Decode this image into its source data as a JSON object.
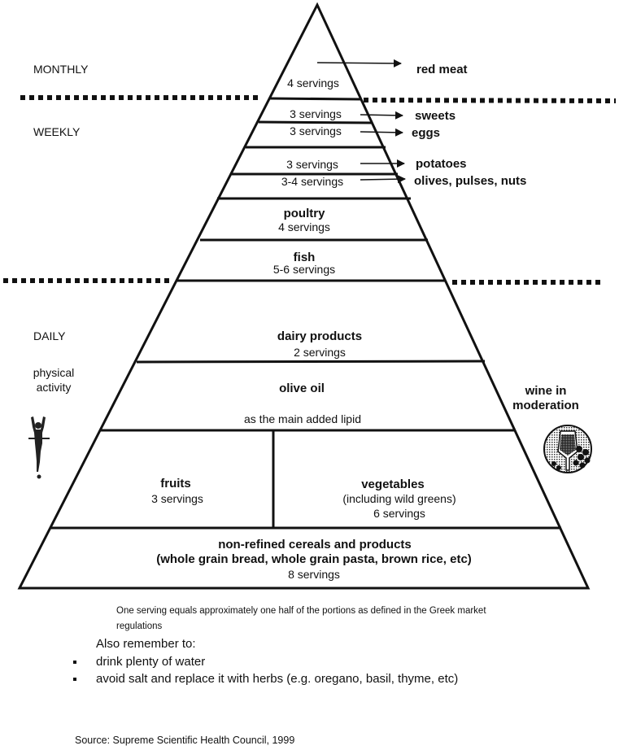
{
  "frequency_labels": {
    "monthly": "MONTHLY",
    "weekly": "WEEKLY",
    "daily": "DAILY"
  },
  "side_labels": {
    "physical_activity": [
      "physical",
      "activity"
    ],
    "wine": [
      "wine in",
      "moderation"
    ]
  },
  "icons": {
    "left": "runner-icon",
    "right": "wine-glass-grapes-icon"
  },
  "monthly": {
    "servings": "4 servings",
    "food": "red meat"
  },
  "weekly_arrows": [
    {
      "servings": "3 servings",
      "food": "sweets"
    },
    {
      "servings": "3 servings",
      "food": "eggs"
    },
    {
      "servings": "3 servings",
      "food": "potatoes"
    },
    {
      "servings": "3-4 servings",
      "food": "olives, pulses, nuts"
    }
  ],
  "weekly_tiers": [
    {
      "food": "poultry",
      "servings": "4 servings"
    },
    {
      "food": "fish",
      "servings": "5-6 servings"
    }
  ],
  "daily_tiers": {
    "dairy": {
      "food": "dairy products",
      "servings": "2 servings"
    },
    "olive_oil": {
      "food": "olive oil",
      "note": "as the main added lipid"
    },
    "fruits": {
      "food": "fruits",
      "servings": "3 servings"
    },
    "vegetables": {
      "food": "vegetables",
      "note": "(including wild greens)",
      "servings": "6 servings"
    },
    "cereals": {
      "food": "non-refined cereals and products",
      "note": "(whole grain bread, whole grain pasta, brown rice, etc)",
      "servings": "8 servings"
    }
  },
  "footnote": "One serving equals approximately one half of the portions as defined in the Greek market regulations",
  "also_remember": {
    "heading": "Also remember to:",
    "items": [
      "drink plenty of water",
      "avoid salt and replace it with herbs (e.g. oregano, basil, thyme, etc)"
    ]
  },
  "source": "Source: Supreme Scientific Health Council, 1999"
}
